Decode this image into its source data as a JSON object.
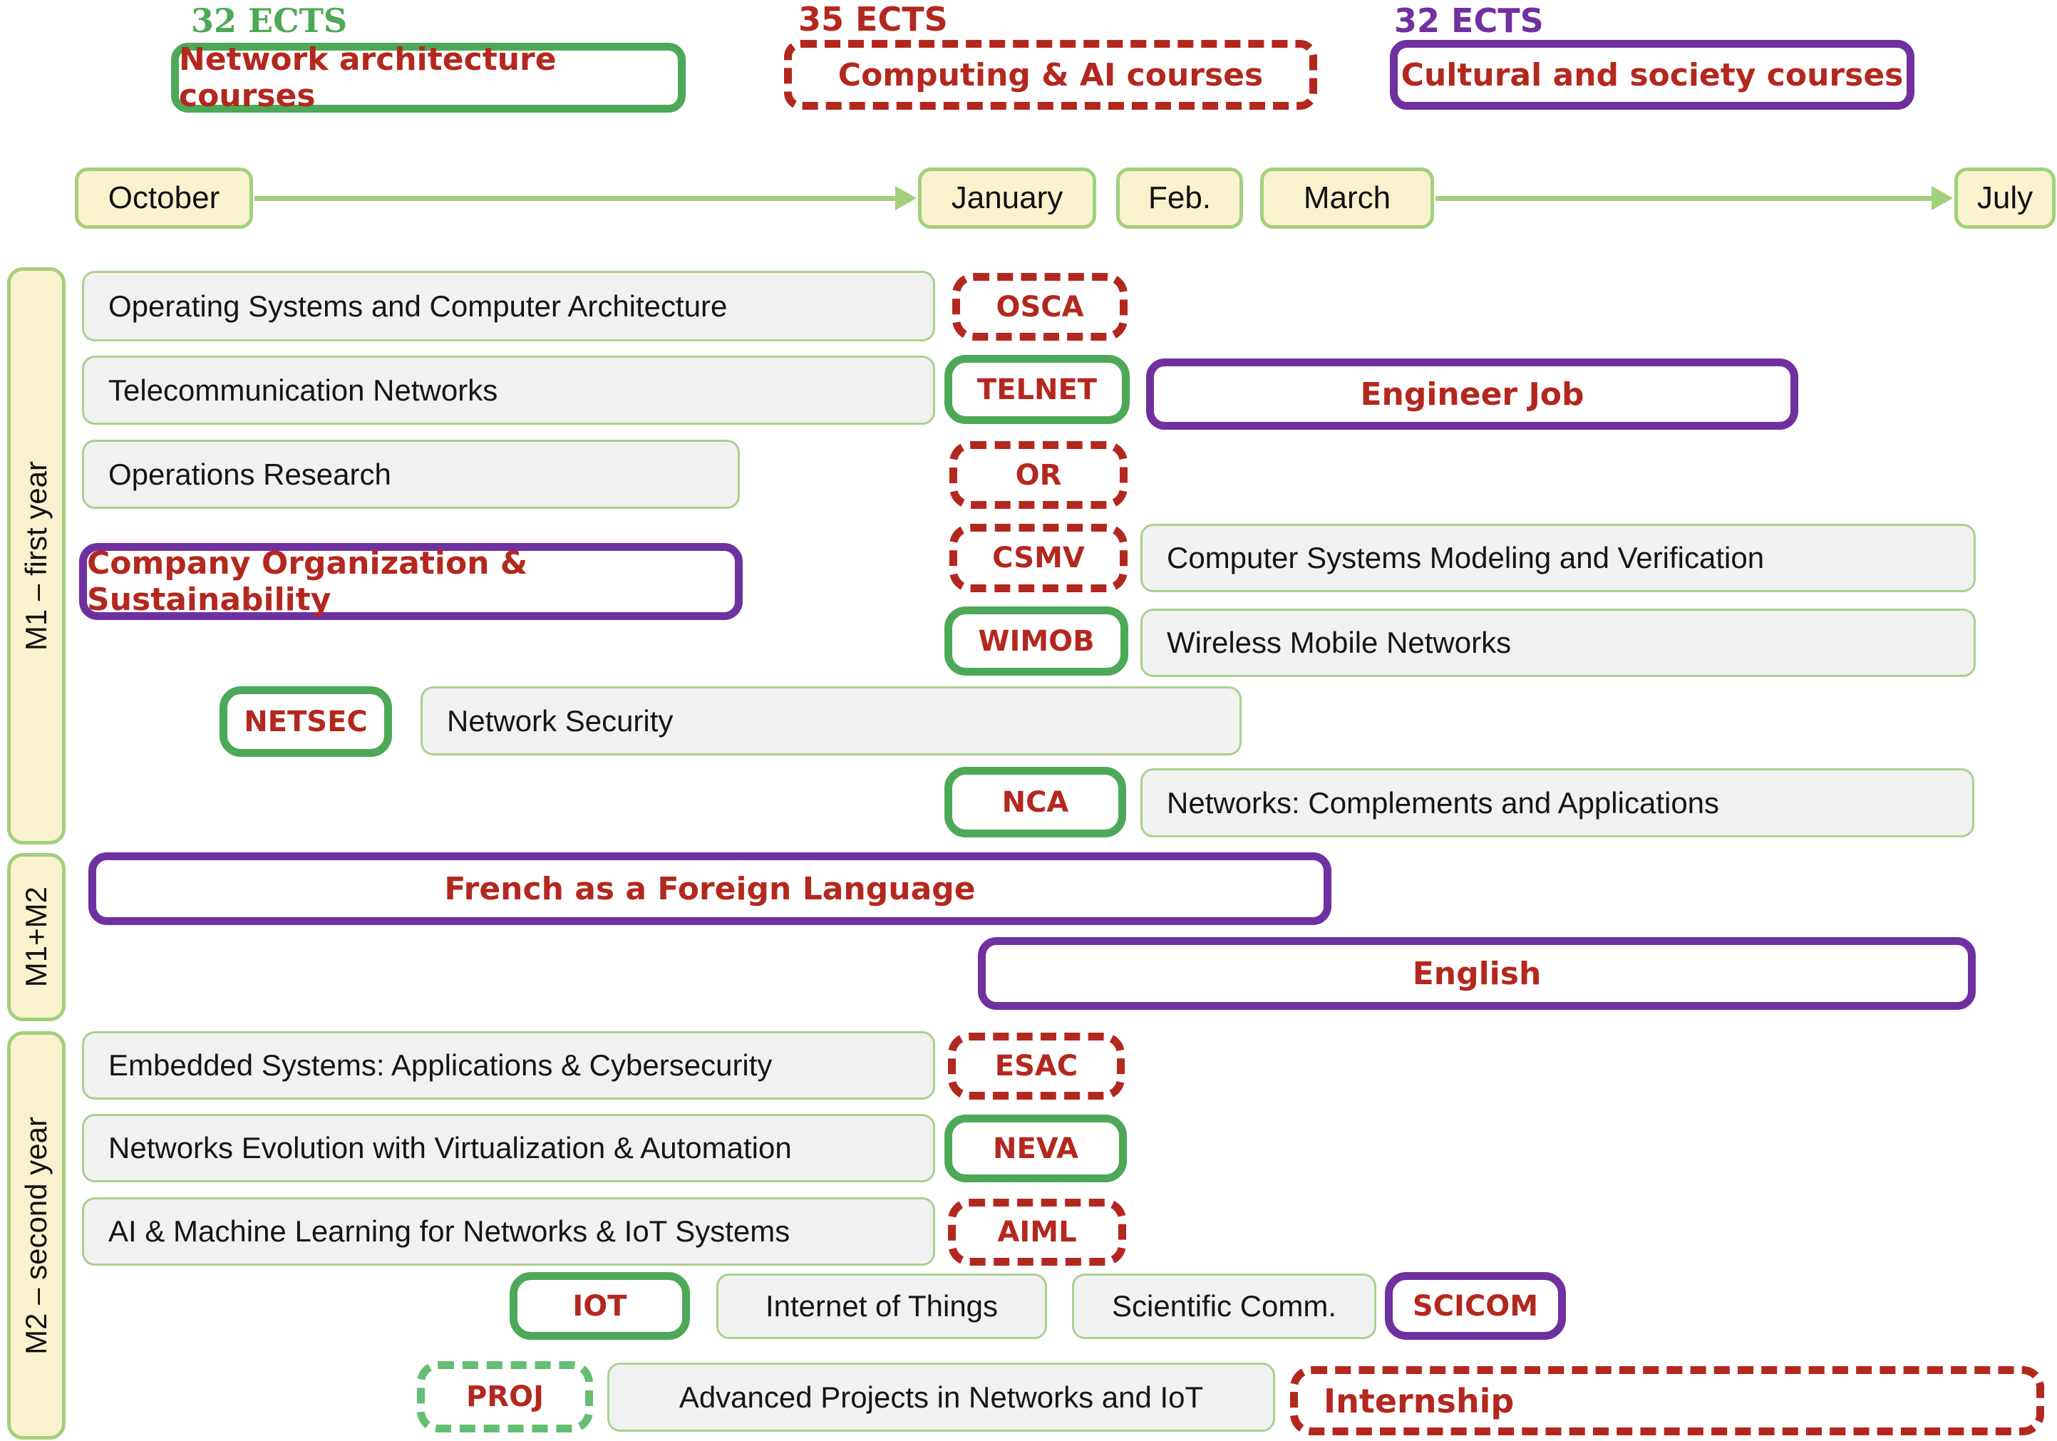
{
  "legend": {
    "network": {
      "ects": "32 ECTS",
      "label": "Network architecture courses"
    },
    "computing": {
      "ects": "35 ECTS",
      "label": "Computing & AI courses"
    },
    "cultural": {
      "ects": "32 ECTS",
      "label": "Cultural and society courses"
    }
  },
  "timeline": {
    "october": "October",
    "january": "January",
    "feb": "Feb.",
    "march": "March",
    "july": "July"
  },
  "sidebar": {
    "m1": "M1 – first year",
    "m1m2": "M1+M2",
    "m2": "M2 – second year"
  },
  "m1": {
    "osca": {
      "name": "Operating Systems and Computer Architecture",
      "code": "OSCA"
    },
    "telnet": {
      "name": "Telecommunication Networks",
      "code": "TELNET"
    },
    "or": {
      "name": "Operations Research",
      "code": "OR"
    },
    "cos": {
      "name": "Company Organization & Sustainability"
    },
    "engineer_job": {
      "name": "Engineer Job"
    },
    "csmv": {
      "name": "Computer Systems Modeling and Verification",
      "code": "CSMV"
    },
    "wimob": {
      "name": "Wireless Mobile Networks",
      "code": "WIMOB"
    },
    "netsec": {
      "name": "Network Security",
      "code": "NETSEC"
    },
    "nca": {
      "name": "Networks: Complements and Applications",
      "code": "NCA"
    }
  },
  "m1m2": {
    "french": "French as a Foreign Language",
    "english": "English"
  },
  "m2": {
    "esac": {
      "name": "Embedded Systems: Applications & Cybersecurity",
      "code": "ESAC"
    },
    "neva": {
      "name": "Networks Evolution with Virtualization & Automation",
      "code": "NEVA"
    },
    "aiml": {
      "name": "AI & Machine Learning for Networks & IoT Systems",
      "code": "AIML"
    },
    "iot": {
      "name": "Internet of Things",
      "code": "IOT"
    },
    "scicom": {
      "name": "Scientific Comm.",
      "code": "SCICOM"
    },
    "proj": {
      "name": "Advanced Projects in Networks and IoT",
      "code": "PROJ"
    },
    "internship": {
      "name": "Internship"
    }
  },
  "colors": {
    "green_solid": "#4da858",
    "green_light_border": "#a9d18e",
    "green_dashed": "#66be74",
    "red": "#b3281e",
    "purple": "#7030a0",
    "yellow_fill": "#faf2cf",
    "gray_fill": "#f1f1f1"
  }
}
